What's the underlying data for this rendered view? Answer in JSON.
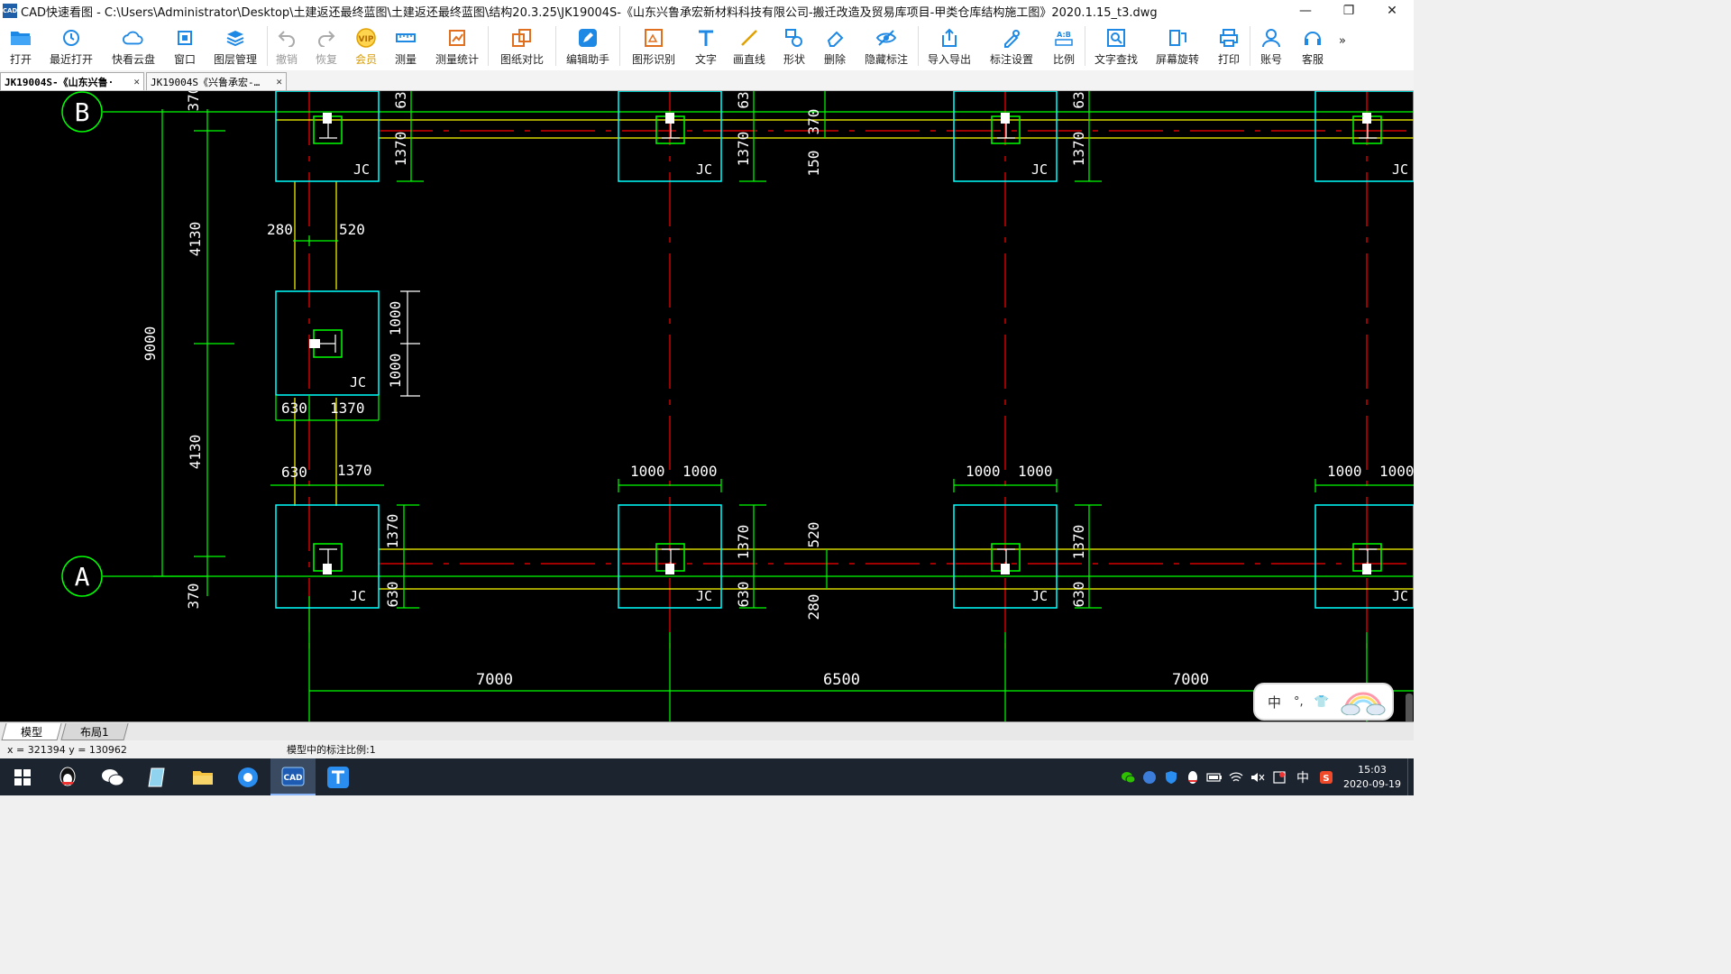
{
  "window": {
    "title": "CAD快速看图 - C:\\Users\\Administrator\\Desktop\\土建返还最终蓝图\\土建返还最终蓝图\\结构20.3.25\\JK19004S-《山东兴鲁承宏新材料科技有限公司-搬迁改造及贸易库项目-甲类仓库结构施工图》2020.1.15_t3.dwg",
    "app_icon_text": "CAD",
    "minimize": "—",
    "restore": "❐",
    "close": "✕"
  },
  "toolbar": {
    "open": "打开",
    "recent": "最近打开",
    "cloud": "快看云盘",
    "window": "窗口",
    "layers": "图层管理",
    "undo": "撤销",
    "redo": "恢复",
    "vip": "会员",
    "measure": "测量",
    "measure_stats": "测量统计",
    "compare": "图纸对比",
    "edit_helper": "编辑助手",
    "shape_recog": "图形识别",
    "text": "文字",
    "line": "画直线",
    "shape": "形状",
    "delete": "删除",
    "hide_marks": "隐藏标注",
    "import_export": "导入导出",
    "mark_settings": "标注设置",
    "scale": "比例",
    "text_search": "文字查找",
    "rotate": "屏幕旋转",
    "print": "打印",
    "account": "账号",
    "service": "客服",
    "more": "»"
  },
  "doc_tabs": [
    {
      "label": "JK19004S-《山东兴鲁·",
      "close": "✕"
    },
    {
      "label": "JK19004S《兴鲁承宏-…",
      "close": "✕"
    }
  ],
  "layout_tabs": {
    "model": "模型",
    "layout1": "布局1"
  },
  "status": {
    "coords": "x = 321394  y = 130962",
    "scale_text": "模型中的标注比例:1"
  },
  "ime": {
    "lang": "中",
    "punct": "°,",
    "shirt": "👕"
  },
  "tray": {
    "ime_lang": "中",
    "time": "15:03",
    "date": "2020-09-19"
  },
  "drawing": {
    "axis_b": "B",
    "axis_a": "A",
    "jc": "JC",
    "dims": {
      "d9000": "9000",
      "d4130a": "4130",
      "d4130b": "4130",
      "d370a": "370",
      "d370b": "370",
      "d630": "630",
      "d1370": "1370",
      "d280": "280",
      "d520": "520",
      "d1000": "1000",
      "d150": "150",
      "d7000": "7000",
      "d6500": "6500",
      "d63": "63"
    }
  },
  "colors": {
    "canvas_bg": "#000000",
    "column": "#00ffff",
    "dim": "#00ff00",
    "axis": "#ff0000",
    "beam": "#ffff00",
    "text": "#ffffff"
  }
}
